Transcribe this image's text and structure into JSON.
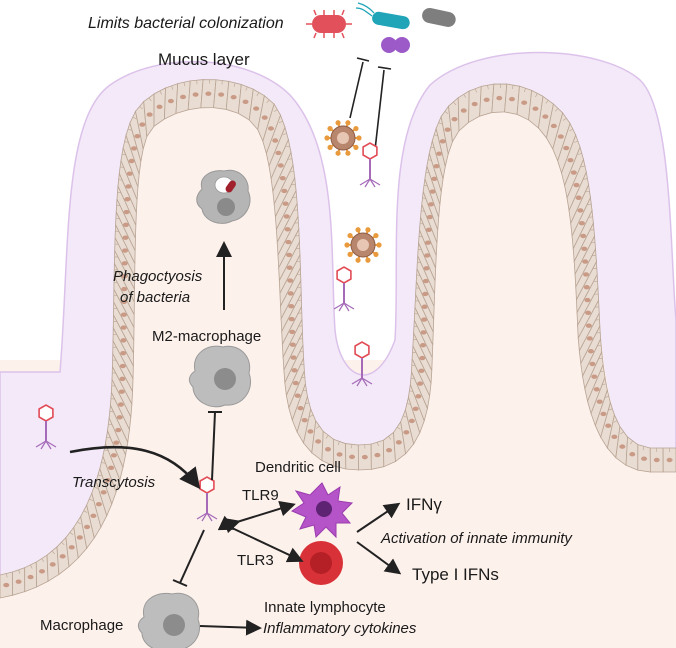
{
  "labels": {
    "limits": "Limits bacterial colonization",
    "mucus": "Mucus layer",
    "phagocytosis_1": "Phagoctyosis",
    "phagocytosis_2": "of bacteria",
    "m2_macrophage": "M2-macrophage",
    "transcytosis": "Transcytosis",
    "dendritic_cell": "Dendritic cell",
    "tlr9": "TLR9",
    "tlr3": "TLR3",
    "ifn_gamma": "IFNγ",
    "activation": "Activation of innate immunity",
    "type1_ifns": "Type I IFNs",
    "innate_lymphocyte": "Innate lymphocyte",
    "macrophage": "Macrophage",
    "inflammatory": "Inflammatory cytokines"
  },
  "colors": {
    "mucus": "#f3e9f8",
    "mucus_edge": "#d9b9e8",
    "lamina": "#fdf1ec",
    "epithelial_cell": "#e9dcd2",
    "epithelial_border": "#b8a494",
    "nucleus": "#c99a86",
    "phage_head": "#e24b55",
    "phage_tail": "#a56ab8",
    "virus": "#e89a3c",
    "dendritic": "#b454c8",
    "lymphocyte": "#d93138",
    "macrophage": "#b9b9b9",
    "bacterium_red": "#e2505b",
    "bacterium_teal": "#1fa4b8",
    "bacterium_gray": "#8a8a8a",
    "bacterium_purple": "#9c5ac8"
  }
}
